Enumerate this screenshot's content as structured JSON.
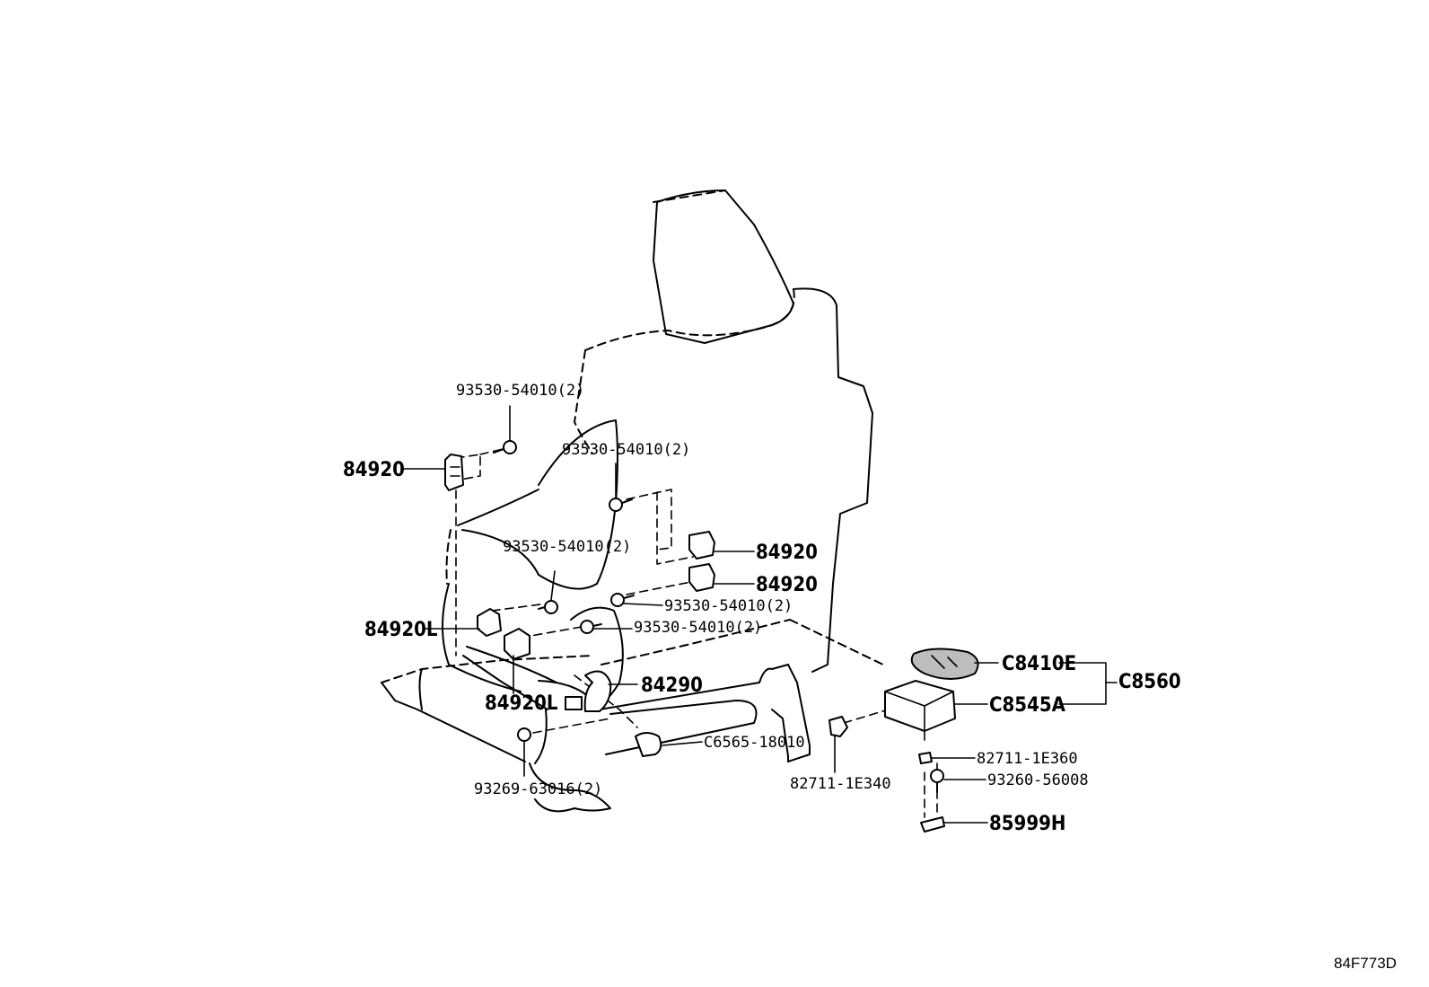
{
  "labels": {
    "l_93530_top": "93530-54010(2)",
    "l_84920_a": "84920",
    "l_93530_mid": "93530-54010(2)",
    "l_84920_b": "84920",
    "l_84920_c": "84920",
    "l_93530_low": "93530-54010(2)",
    "l_93530_r1": "93530-54010(2)",
    "l_93530_r2": "93530-54010(2)",
    "l_84920L_a": "84920L",
    "l_84920L_b": "84920L",
    "l_84290": "84290",
    "l_C6565": "C6565-18010",
    "l_93269": "93269-63016(2)",
    "l_82711_340": "82711-1E340",
    "l_C8410E": "C8410E",
    "l_C8545A": "C8545A",
    "l_C8560": "C8560",
    "l_82711_360": "82711-1E360",
    "l_93260": "93260-56008",
    "l_85999H": "85999H"
  },
  "diagram_code": "84F773D"
}
